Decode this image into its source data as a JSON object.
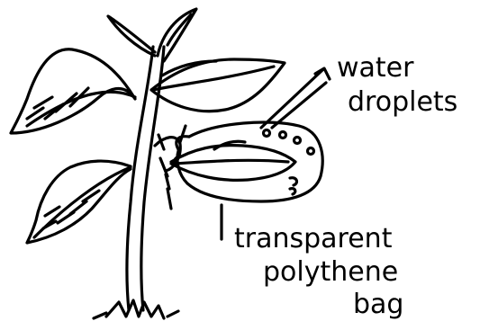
{
  "labels": {
    "water_droplets_line1": "water",
    "water_droplets_line2": "droplets",
    "bag_line1": "transparent",
    "bag_line2": "polythene",
    "bag_line3": "bag"
  },
  "colors": {
    "ink": "#000000",
    "background": "#ffffff"
  }
}
